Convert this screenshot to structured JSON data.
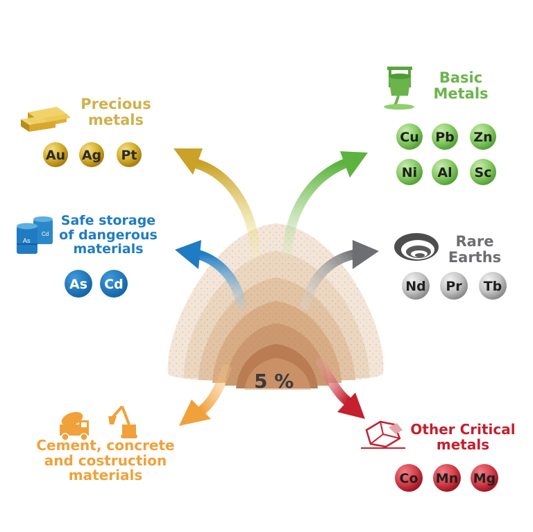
{
  "center": {
    "label": "5 %"
  },
  "colors": {
    "gold": "#c49a1a",
    "gold_text": "#d1b04c",
    "green": "#6ab04c",
    "green_text": "#6ab44b",
    "blue": "#1f7cc2",
    "grey": "#6d6e71",
    "orange": "#f0a13a",
    "red": "#c4202d",
    "sand": "#e4cdb8"
  },
  "groups": {
    "precious": {
      "title": [
        "Precious",
        "metals"
      ],
      "icon": "gold-bars-icon",
      "elements": [
        "Au",
        "Ag",
        "Pt"
      ]
    },
    "basic": {
      "title": [
        "Basic",
        "Metals"
      ],
      "icon": "ladle-pour-icon",
      "elements": [
        "Cu",
        "Pb",
        "Zn",
        "Ni",
        "Al",
        "Sc"
      ]
    },
    "storage": {
      "title": [
        "Safe storage",
        "of dangerous",
        "materials"
      ],
      "icon": "barrels-icon",
      "icon_labels": [
        "As",
        "Cd"
      ],
      "elements": [
        "As",
        "Cd"
      ]
    },
    "rare": {
      "title": [
        "Rare",
        "Earths"
      ],
      "icon": "mine-pit-icon",
      "elements": [
        "Nd",
        "Pr",
        "Tb"
      ]
    },
    "cement": {
      "title": [
        "Cement, concrete",
        "and costruction",
        "materials"
      ],
      "icon": "construction-vehicles-icon"
    },
    "critical": {
      "title": [
        "Other Critical",
        "metals"
      ],
      "icon": "crystal-icon",
      "elements": [
        "Co",
        "Mn",
        "Mg"
      ]
    }
  }
}
